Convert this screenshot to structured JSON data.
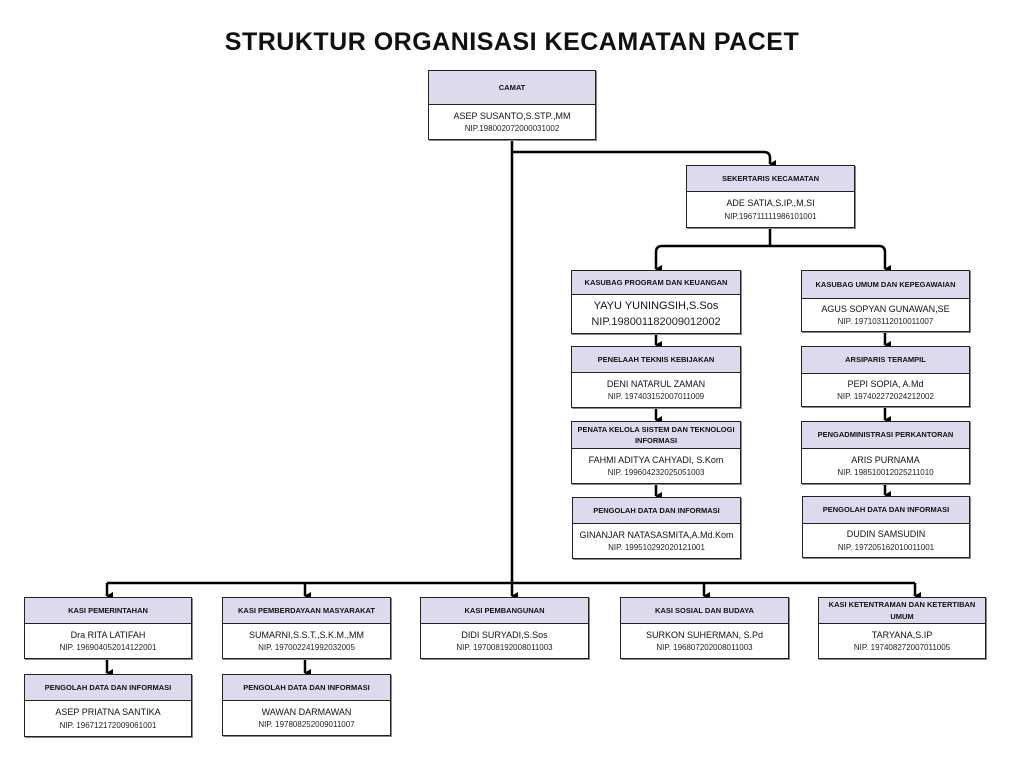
{
  "title": "STRUKTUR ORGANISASI KECAMATAN PACET",
  "positions": {
    "camat": {
      "title": "CAMAT",
      "name": "ASEP SUSANTO,S.STP.,MM",
      "nip": "NIP.198002072000031002"
    },
    "sekretaris": {
      "title": "SEKERTARIS KECAMATAN",
      "name": "ADE SATIA,S.IP.,M.SI",
      "nip": "NIP.196711111986101001"
    },
    "kasubag_program": {
      "title": "KASUBAG PROGRAM DAN KEUANGAN",
      "name": "YAYU YUNINGSIH,S.Sos",
      "nip": "NIP.198001182009012002"
    },
    "kasubag_umum": {
      "title": "KASUBAG UMUM DAN KEPEGAWAIAN",
      "name": "AGUS SOPYAN GUNAWAN,SE",
      "nip": "NIP. 197103112010011007"
    },
    "penelaah": {
      "title": "PENELAAH TEKNIS KEBIJAKAN",
      "name": "DENI NATARUL ZAMAN",
      "nip": "NIP. 197403152007011009"
    },
    "arsiparis": {
      "title": "ARSIPARIS TERAMPIL",
      "name": "PEPI SOPIA, A.Md",
      "nip": "NIP.  197402272024212002"
    },
    "penata": {
      "title": "PENATA KELOLA SISTEM DAN TEKNOLOGI INFORMASI",
      "name": "FAHMI ADITYA CAHYADI, S.Kom",
      "nip": "NIP. 199604232025051003"
    },
    "pengadministrasi": {
      "title": "PENGADMINISTRASI PERKANTORAN",
      "name": "ARIS PURNAMA",
      "nip": "NIP.  198510012025211010"
    },
    "pengolah_program": {
      "title": "PENGOLAH DATA DAN INFORMASI",
      "name": "GINANJAR NATASASMITA,A.Md.Kom",
      "nip": "NIP.  199510292020121001"
    },
    "pengolah_umum": {
      "title": "PENGOLAH DATA DAN INFORMASI",
      "name": "DUDIN SAMSUDIN",
      "nip": "NIP.  197205162010011001"
    },
    "kasi_pemerintahan": {
      "title": "KASI PEMERINTAHAN",
      "name": "Dra RITA LATIFAH",
      "nip": "NIP.   196904052014122001"
    },
    "kasi_pemberdayaan": {
      "title": "KASI PEMBERDAYAAN MASYARAKAT",
      "name": "SUMARNI,S.S.T.,S.K.M.,MM",
      "nip": "NIP.  197002241992032005"
    },
    "kasi_pembangunan": {
      "title": "KASI PEMBANGUNAN",
      "name": "DIDI SURYADI,S.Sos",
      "nip": "NIP.   197008192008011003"
    },
    "kasi_sosial": {
      "title": "KASI SOSIAL DAN BUDAYA",
      "name": "SURKON SUHERMAN, S.Pd",
      "nip": "NIP. 196807202008011003"
    },
    "kasi_ketentraman": {
      "title": "KASI KETENTRAMAN DAN KETERTIBAN UMUM",
      "name": "TARYANA,S.IP",
      "nip": "NIP.   197408272007011005"
    },
    "pengolah_pemerintahan": {
      "title": "PENGOLAH DATA DAN INFORMASI",
      "name": "ASEP PRIATNA SANTIKA",
      "nip": "NIP.   196712172009061001"
    },
    "pengolah_pemberdayaan": {
      "title": "PENGOLAH DATA DAN INFORMASI",
      "name": "WAWAN DARMAWAN",
      "nip": "NIP.   197808252009011007"
    }
  }
}
